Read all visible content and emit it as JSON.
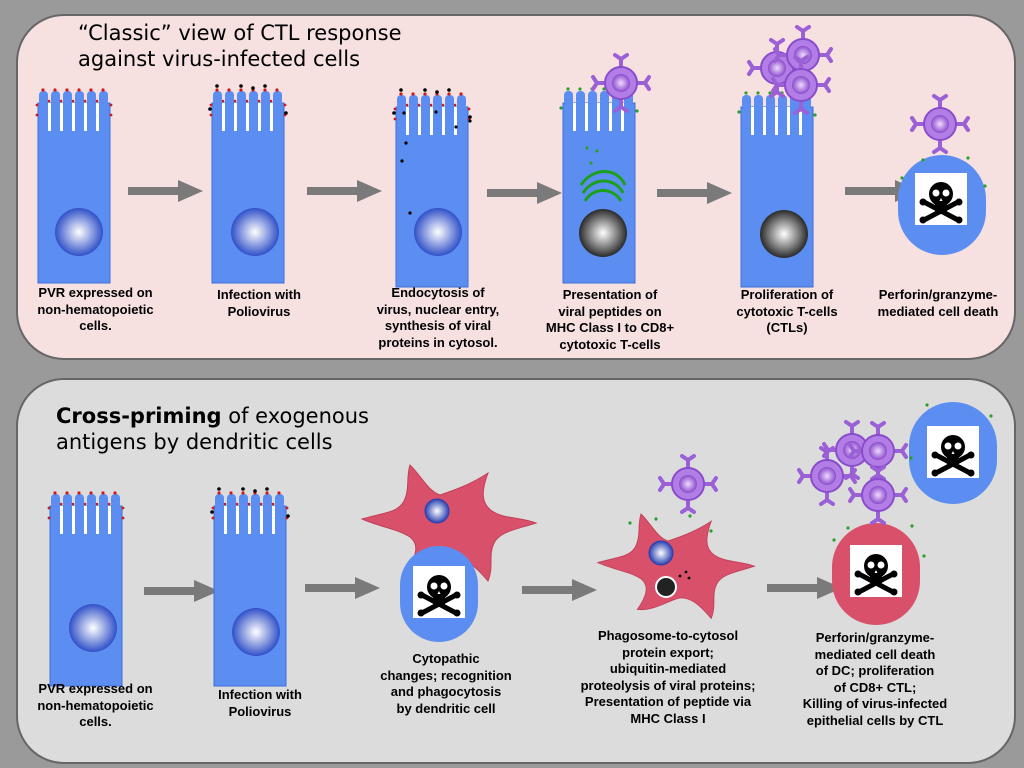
{
  "top_panel": {
    "title_line1": "“Classic” view of CTL response",
    "title_line2": "against virus-infected cells",
    "steps": [
      {
        "line1": "PVR expressed on",
        "line2": "non-hematopoietic",
        "line3": "cells."
      },
      {
        "line1": "Infection with",
        "line2": "Poliovirus"
      },
      {
        "line1": "Endocytosis of",
        "line2": "virus, nuclear entry,",
        "line3": "synthesis of viral",
        "line4": "proteins in cytosol."
      },
      {
        "line1": "Presentation of",
        "line2": "viral peptides on",
        "line3": "MHC Class I to CD8+",
        "line4": "cytotoxic T-cells"
      },
      {
        "line1": "Proliferation of",
        "line2": "cytotoxic T-cells",
        "line3": "(CTLs)"
      },
      {
        "line1": "Perforin/granzyme-",
        "line2": "mediated cell death"
      }
    ]
  },
  "bottom_panel": {
    "title_bold": "Cross-priming",
    "title_rest": " of exogenous",
    "title_line2": "antigens by dendritic cells",
    "steps": [
      {
        "line1": "PVR expressed on",
        "line2": "non-hematopoietic",
        "line3": "cells."
      },
      {
        "line1": "Infection with",
        "line2": "Poliovirus"
      },
      {
        "line1": "Cytopathic",
        "line2": "changes; recognition",
        "line3": "and phagocytosis",
        "line4": "by dendritic cell"
      },
      {
        "line1": "Phagosome-to-cytosol",
        "line2": "protein export;",
        "line3": "ubiquitin-mediated",
        "line4": "proteolysis of viral proteins;",
        "line5": "Presentation of peptide via",
        "line6": "MHC Class I"
      },
      {
        "line1": "Perforin/granzyme-",
        "line2": "mediated cell death",
        "line3": "of DC; proliferation",
        "line4": "of CD8+ CTL;",
        "line5": "Killing of virus-infected",
        "line6": "epithelial cells by CTL"
      }
    ]
  },
  "colors": {
    "epithelial_cell": "#5b8ef0",
    "dendritic_cell": "#d9506a",
    "ctl": "#9b5fd6",
    "arrow": "#7a7a7a",
    "receptor_tip": "#cc1a1a",
    "peptide": "#2aa02a"
  },
  "icons": [
    "skull-crossbones-icon",
    "right-arrow-icon",
    "t-cell-icon",
    "nucleus-icon"
  ]
}
